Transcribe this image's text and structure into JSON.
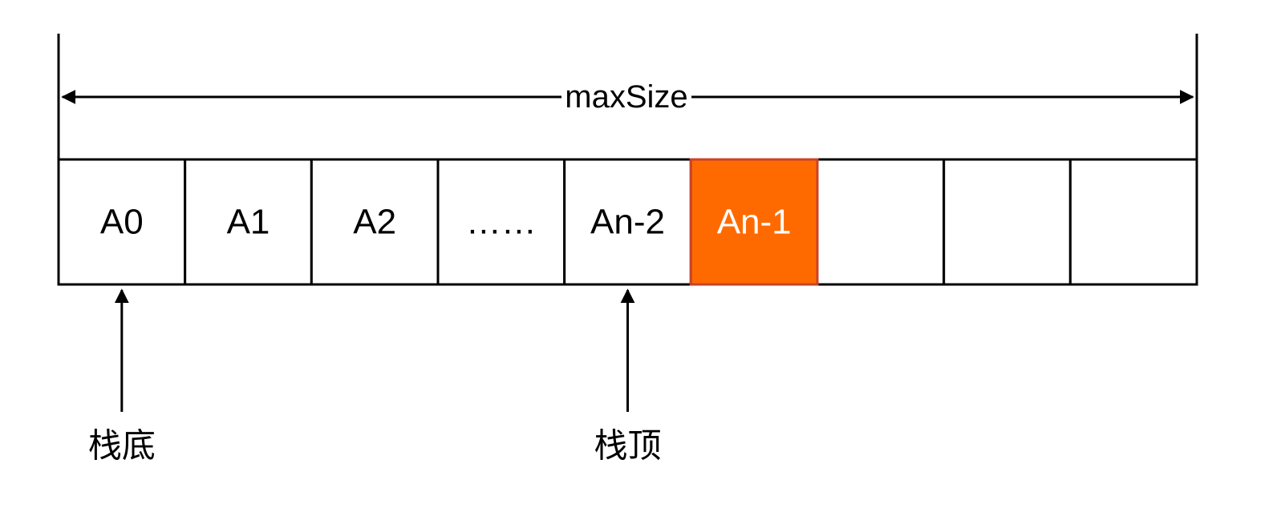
{
  "dimension": {
    "label": "maxSize"
  },
  "cells": [
    {
      "label": "A0",
      "highlight": false
    },
    {
      "label": "A1",
      "highlight": false
    },
    {
      "label": "A2",
      "highlight": false
    },
    {
      "label": "……",
      "highlight": false
    },
    {
      "label": "An-2",
      "highlight": false
    },
    {
      "label": "An-1",
      "highlight": true
    },
    {
      "label": "",
      "highlight": false
    },
    {
      "label": "",
      "highlight": false
    },
    {
      "label": "",
      "highlight": false
    }
  ],
  "pointers": {
    "bottom": {
      "label": "栈底",
      "cell_index": 0
    },
    "top": {
      "label": "栈顶",
      "cell_index": 4
    }
  },
  "colors": {
    "highlight_fill": "#FF6A00",
    "highlight_stroke": "#C8432A",
    "line": "#000000",
    "background": "#FFFFFF"
  }
}
